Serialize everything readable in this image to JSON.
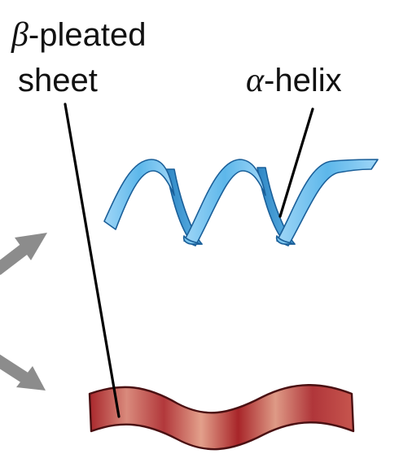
{
  "labels": {
    "beta_symbol": "β",
    "beta_line1": "-pleated",
    "beta_line2": "sheet",
    "alpha_symbol": "α",
    "alpha_text": "-helix"
  },
  "colors": {
    "helix_fill_light": "#b8e2fb",
    "helix_fill_mid": "#74c2ef",
    "helix_fill_dark": "#2f8fd0",
    "helix_stroke": "#1a5f99",
    "sheet_fill_dark": "#9e2227",
    "sheet_fill_mid": "#c24447",
    "sheet_fill_light": "#e3a08b",
    "sheet_stroke": "#4a1012",
    "arrow_gray": "#8c8c8c"
  }
}
